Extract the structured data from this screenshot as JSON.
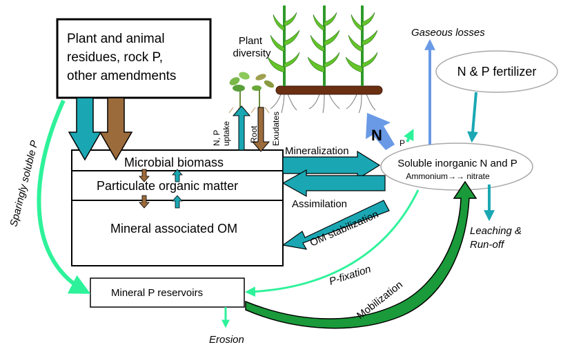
{
  "boxes": {
    "residues": [
      "Plant and animal",
      "residues, rock P,",
      "other amendments"
    ],
    "microbial_biomass": "Microbial biomass",
    "particulate_om": "Particulate organic matter",
    "mineral_om": "Mineral associated OM",
    "mineral_p": "Mineral P reservoirs",
    "fertilizer": "N & P fertilizer",
    "soluble_np": "Soluble  inorganic N and P",
    "ammonium_nitrate": "Ammonium→→ nitrate"
  },
  "labels": {
    "plant_diversity": [
      "Plant",
      "diversity"
    ],
    "np_uptake": [
      "N, P",
      "uptake"
    ],
    "root": "Root",
    "exudates": "Exudates",
    "mineralization": "Mineralization",
    "assimilation": "Assimilation",
    "om_stabilization": "OM stabilization",
    "gaseous_losses": "Gaseous losses",
    "leaching": [
      "Leaching &",
      "Run-off"
    ],
    "p_fixation": "P-fixation",
    "mobilization": "Mobilization",
    "erosion": "Erosion",
    "sparingly_soluble": "Sparingly soluble P",
    "n_arrow": "N",
    "p_arrow": "P"
  },
  "colors": {
    "teal": "#1aa7b3",
    "brown": "#9c6b3c",
    "mint": "#2ef29a",
    "blue": "#6a9ae6",
    "dark_green": "#0a7a2a",
    "stalk_green": "#2f9a2a",
    "leaf_green": "#64c42a"
  }
}
